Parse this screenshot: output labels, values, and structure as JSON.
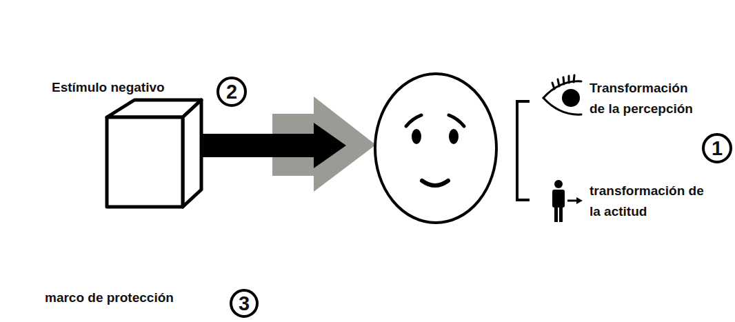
{
  "diagram": {
    "nodes": [
      {
        "text": [
          "Estímulo negativo",
          "marco de protección"
        ]
      }
    ],
    "labels": [
      "2",
      "Transformación de la percepción",
      "1",
      "transformación de la actitud",
      "3"
    ]
  }
}
